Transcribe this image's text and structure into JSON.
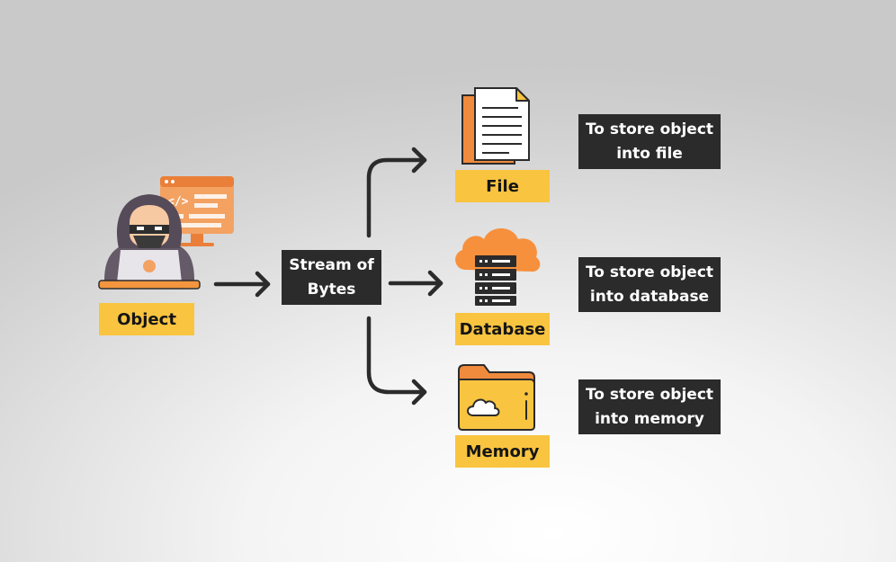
{
  "nodes": {
    "object": {
      "label": "Object"
    },
    "stream": {
      "line1": "Stream of",
      "line2": "Bytes"
    },
    "file": {
      "label": "File"
    },
    "database": {
      "label": "Database"
    },
    "memory": {
      "label": "Memory"
    }
  },
  "descriptions": {
    "file": {
      "line1": "To store object",
      "line2": "into file"
    },
    "database": {
      "line1": "To store object",
      "line2": "into database"
    },
    "memory": {
      "line1": "To store object",
      "line2": "into memory"
    }
  },
  "icons": {
    "object": "hacker-laptop-icon",
    "file": "document-icon",
    "database": "cloud-server-icon",
    "memory": "cloud-folder-icon"
  },
  "colors": {
    "label_bg": "#f9c440",
    "box_bg": "#2b2b2b",
    "arrow": "#2b2b2b",
    "accent_orange": "#f7903c"
  }
}
